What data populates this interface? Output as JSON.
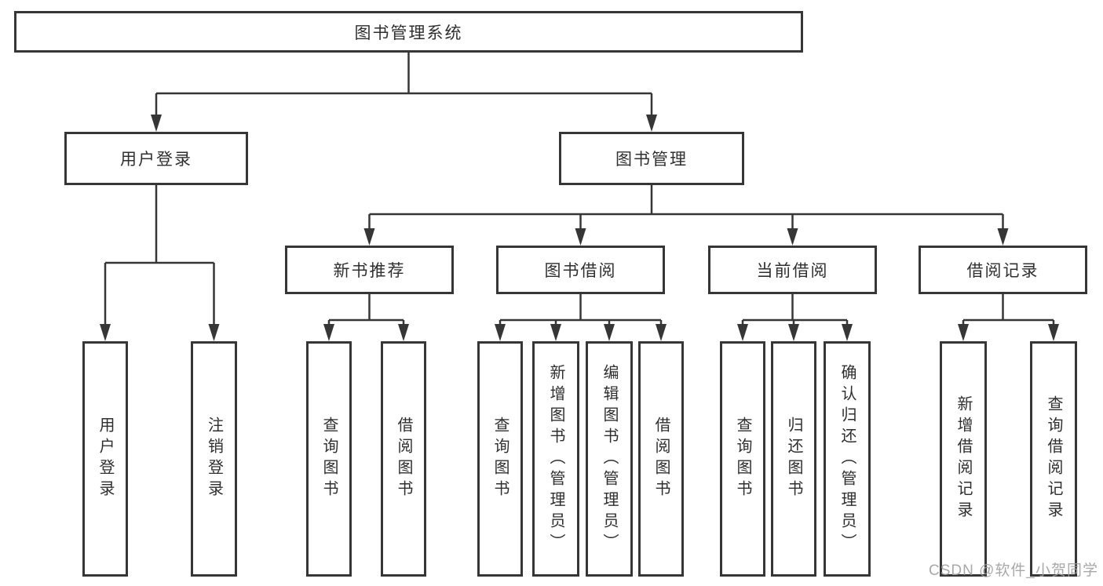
{
  "diagram_title": "图书管理系统",
  "watermark": "CSDN @软件_小贺同学",
  "colors": {
    "line": "#363636",
    "box_border": "#363636",
    "text": "#2f2f2f",
    "watermark": "#9e9e9e",
    "background": "#ffffff"
  },
  "tree": {
    "root": {
      "label": "图书管理系统"
    },
    "branches": [
      {
        "label": "用户登录",
        "children": [
          {
            "label": "用户登录"
          },
          {
            "label": "注销登录"
          }
        ]
      },
      {
        "label": "图书管理",
        "children": [
          {
            "label": "新书推荐",
            "children": [
              {
                "label": "查询图书"
              },
              {
                "label": "借阅图书"
              }
            ]
          },
          {
            "label": "图书借阅",
            "children": [
              {
                "label": "查询图书"
              },
              {
                "label": "新增图书（管理员）"
              },
              {
                "label": "编辑图书（管理员）"
              },
              {
                "label": "借阅图书"
              }
            ]
          },
          {
            "label": "当前借阅",
            "children": [
              {
                "label": "查询图书"
              },
              {
                "label": "归还图书"
              },
              {
                "label": "确认归还（管理员）"
              }
            ]
          },
          {
            "label": "借阅记录",
            "children": [
              {
                "label": "新增借阅记录"
              },
              {
                "label": "查询借阅记录"
              }
            ]
          }
        ]
      }
    ]
  }
}
